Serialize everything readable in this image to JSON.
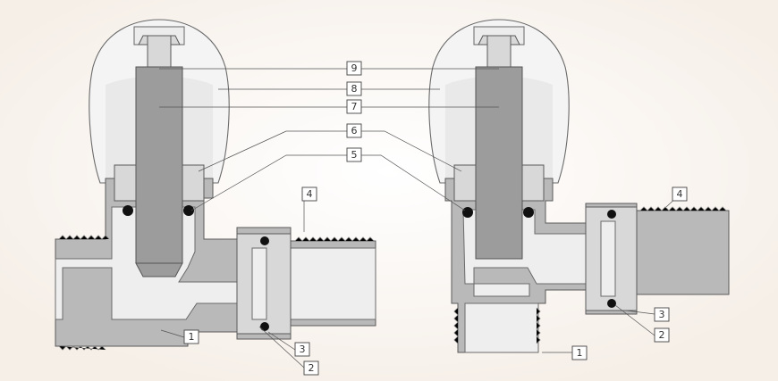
{
  "diagram": {
    "left_valve": {
      "callouts": [
        {
          "id": "c1",
          "text": "1"
        },
        {
          "id": "c2",
          "text": "2"
        },
        {
          "id": "c3",
          "text": "3"
        },
        {
          "id": "c4",
          "text": "4"
        },
        {
          "id": "c5",
          "text": "5"
        },
        {
          "id": "c6",
          "text": "6"
        },
        {
          "id": "c7",
          "text": "7"
        },
        {
          "id": "c8",
          "text": "8"
        },
        {
          "id": "c9",
          "text": "9"
        }
      ]
    },
    "right_valve": {
      "callouts": [
        {
          "id": "r1",
          "text": "1"
        },
        {
          "id": "r2",
          "text": "2"
        },
        {
          "id": "r3",
          "text": "3"
        },
        {
          "id": "r4",
          "text": "4"
        }
      ]
    },
    "colors": {
      "background": "#f6efe8",
      "metal": "#b9b9b9",
      "oring": "#111111"
    }
  }
}
